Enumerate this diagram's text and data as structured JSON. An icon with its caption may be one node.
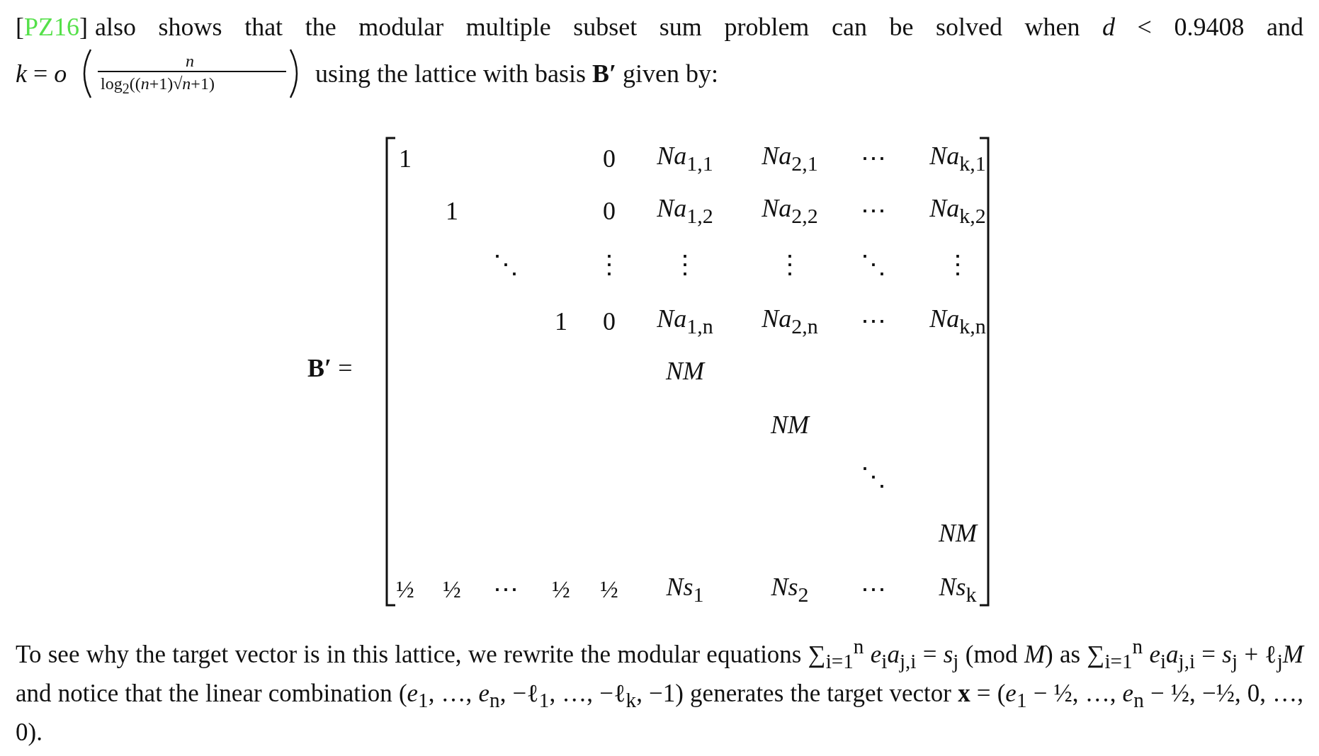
{
  "diagram": {
    "labels": [
      "[PZ16]",
      "also shows that the modular multiple subset sum problem can be solved when *d* < 0.9408 and",
      "*k* = *o*",
      "*n*",
      "log$_{2}$((*n*+1)√*n*+1)",
      "using the lattice with basis **B′** given by:",
      "**B′** =",
      "1",
      "0",
      "*Na*$_{1,1}$",
      "*Na*$_{2,1}$",
      "⋯",
      "*Na*$_{k,1}$",
      "1",
      "0",
      "*Na*$_{1,2}$",
      "*Na*$_{2,2}$",
      "⋯",
      "*Na*$_{k,2}$",
      "⋱",
      "⋮",
      "⋮",
      "⋮",
      "⋱",
      "⋮",
      "1",
      "0",
      "*Na*$_{1,n}$",
      "*Na*$_{2,n}$",
      "⋯",
      "*Na*$_{k,n}$",
      "*NM*",
      "*NM*",
      "⋱",
      "*NM*",
      "½",
      "½",
      "⋯",
      "½",
      "½",
      "*Ns*$_{1}$",
      "*Ns*$_{2}$",
      "⋯",
      "*Ns*$_{k}$",
      "To see why the target vector is in this lattice, we rewrite the modular equations ∑$_{i=1}$$^{n}$ *e*$_{i}$*a*$_{j,i}$ = *s*$_{j}$ (mod *M*) as ∑$_{i=1}$$^{n}$ *e*$_{i}$*a*$_{j,i}$ = *s*$_{j}$ + ℓ$_{j}$*M* and notice that the linear combination (*e*$_{1}$, …, *e*$_{n}$, −ℓ$_{1}$, …, −ℓ$_{k}$, −1) generates the target vector **x** = (*e*$_{1}$ − ½, …, *e*$_{n}$ − ½, −½, 0, …, 0)."
    ]
  }
}
